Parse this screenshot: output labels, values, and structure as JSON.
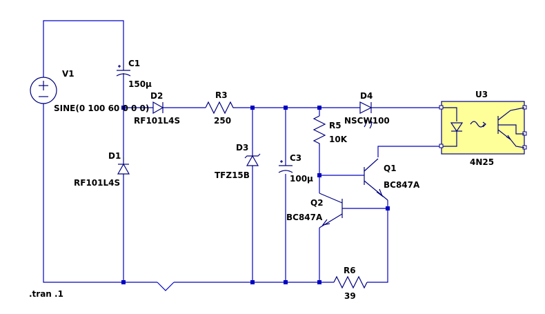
{
  "sim_command": ".tran .1",
  "components": {
    "v1": {
      "name": "V1",
      "value": "SINE(0 100 60 0 0 0)"
    },
    "c1": {
      "name": "C1",
      "value": "150µ"
    },
    "d2": {
      "name": "D2",
      "value": "RF101L4S"
    },
    "r3": {
      "name": "R3",
      "value": "250"
    },
    "d1": {
      "name": "D1",
      "value": "RF101L4S"
    },
    "d3": {
      "name": "D3",
      "value": "TFZ15B"
    },
    "c3": {
      "name": "C3",
      "value": "100µ"
    },
    "r5": {
      "name": "R5",
      "value": "10K"
    },
    "d4": {
      "name": "D4",
      "value": "NSCW100"
    },
    "u3": {
      "name": "U3",
      "value": "4N25"
    },
    "q1": {
      "name": "Q1",
      "value": "BC847A"
    },
    "q2": {
      "name": "Q2",
      "value": "BC847A"
    },
    "r6": {
      "name": "R6",
      "value": "39"
    }
  },
  "colors": {
    "wire": "#0000c0",
    "component": "#000080",
    "optocoupler_fill": "#ffff99"
  }
}
